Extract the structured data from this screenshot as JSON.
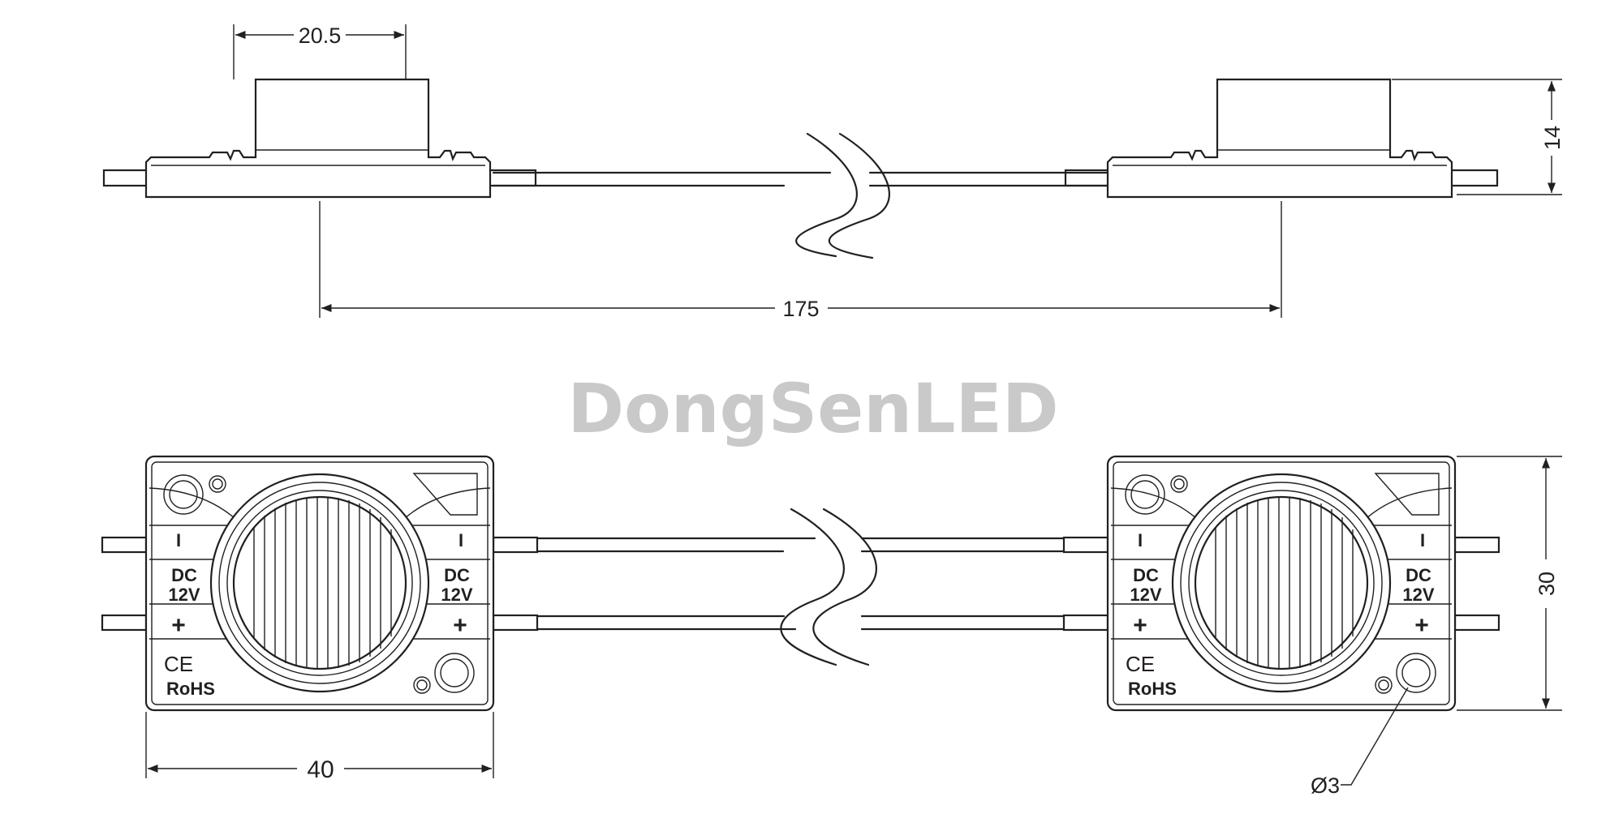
{
  "watermark": "DongSenLED",
  "dimensions": {
    "lens_width": "20.5",
    "height": "14",
    "pitch": "175",
    "module_width": "40",
    "module_height": "30",
    "hole_diameter": "Ø3"
  },
  "module_marks": {
    "minus": "I",
    "plus": "+",
    "voltage_line1": "DC",
    "voltage_line2": "12V",
    "ce": "CE",
    "rohs": "RoHS"
  },
  "colors": {
    "line": "#231f20",
    "watermark": "#c9c9c9",
    "background": "#ffffff"
  }
}
